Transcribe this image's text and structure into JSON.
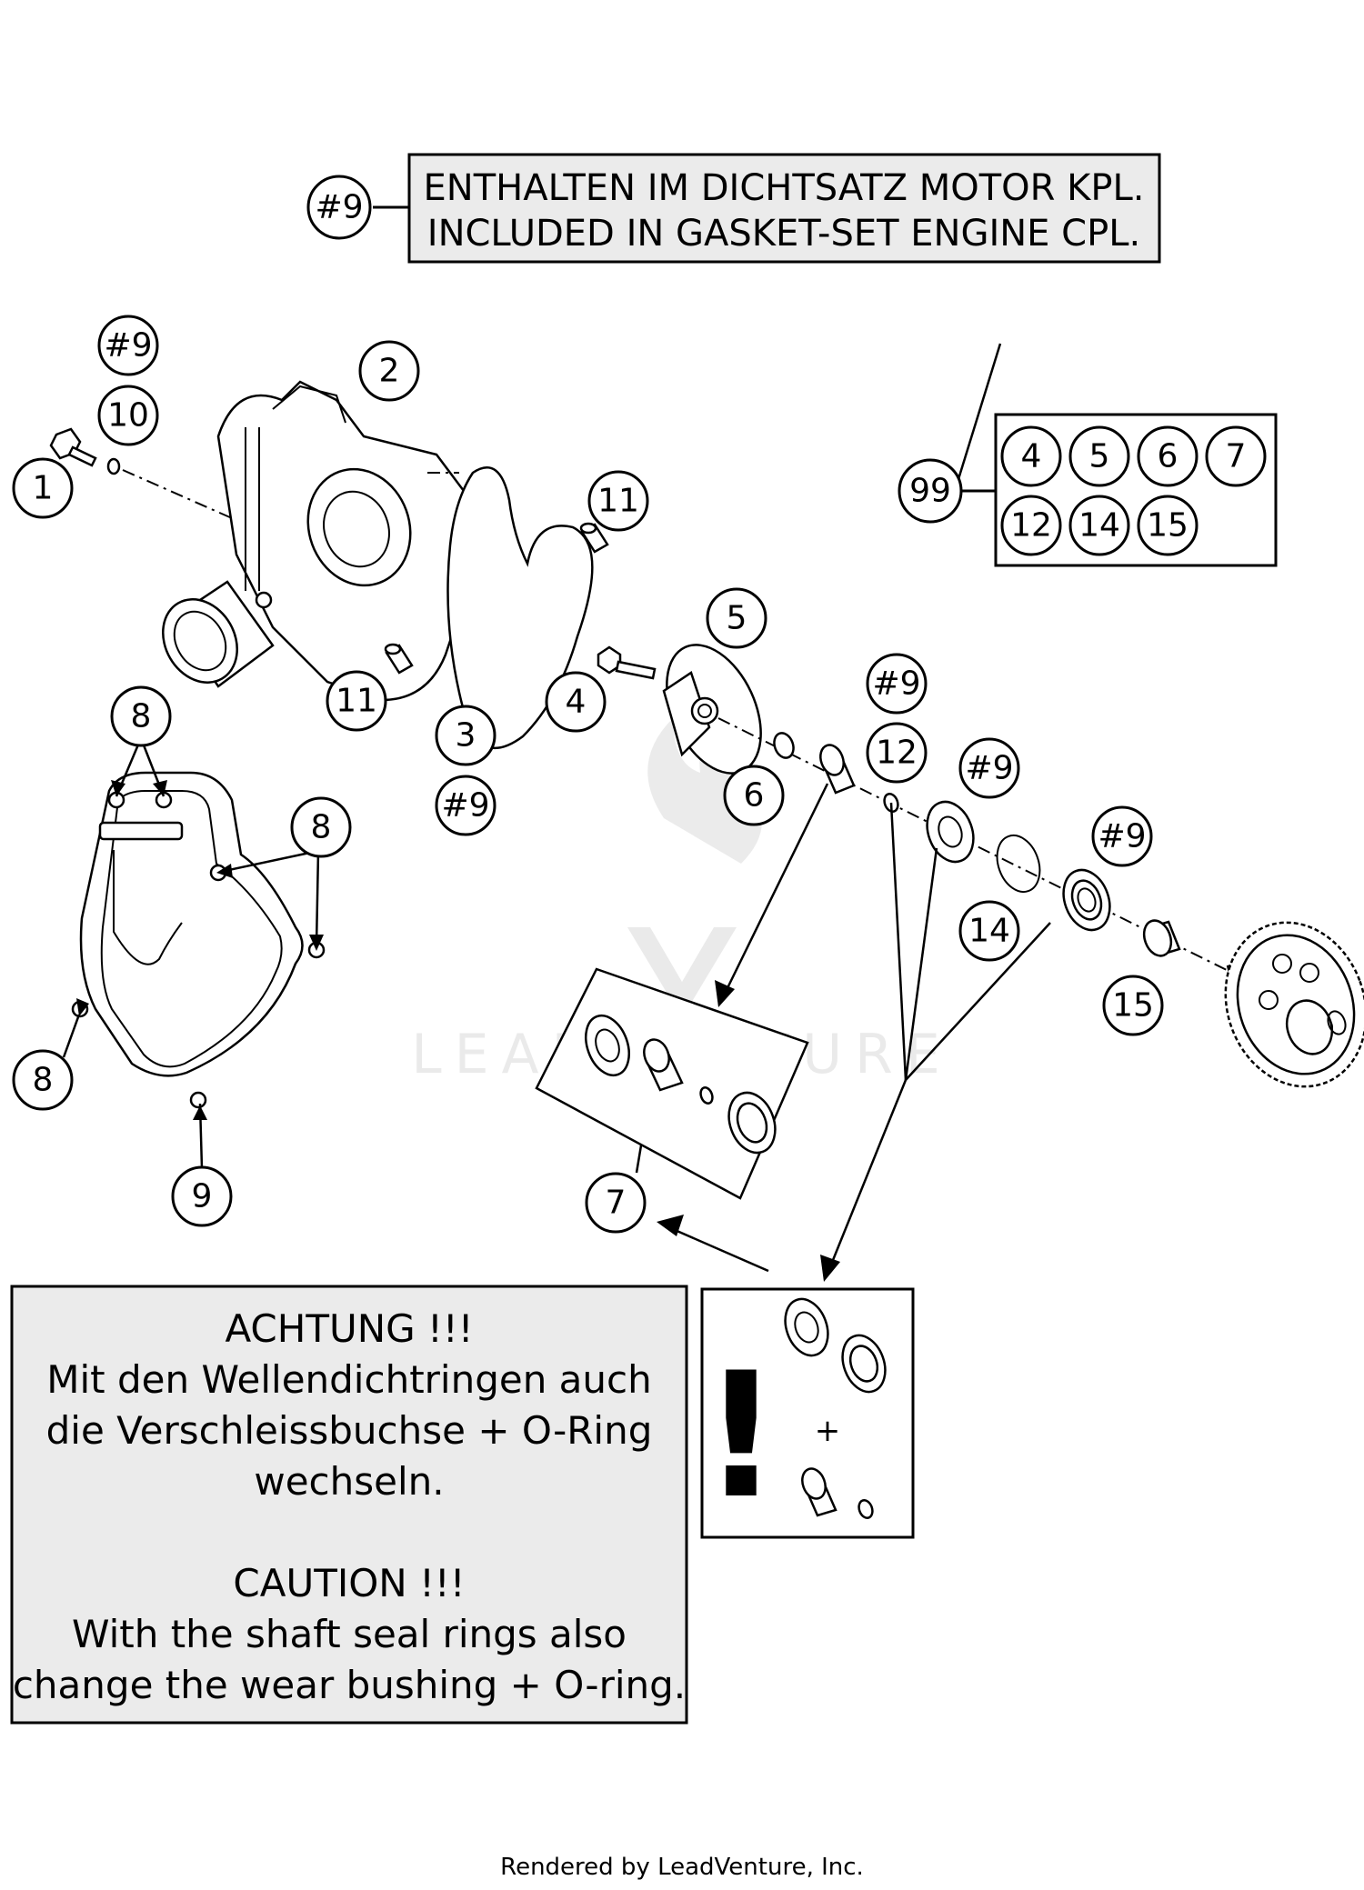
{
  "header_note": {
    "ref": "#9",
    "line1": "ENTHALTEN IM DICHTSATZ MOTOR KPL.",
    "line2": "INCLUDED IN GASKET-SET ENGINE CPL."
  },
  "callouts": {
    "c1": "1",
    "c2": "2",
    "c3": "3",
    "c4": "4",
    "c5": "5",
    "c6": "6",
    "c7": "7",
    "c8a": "8",
    "c8b": "8",
    "c8c": "8",
    "c9": "9",
    "c10": "10",
    "c11a": "11",
    "c11b": "11",
    "c12": "12",
    "c14": "14",
    "c15": "15",
    "h9a": "#9",
    "h9b": "#9",
    "h9c": "#9",
    "h9d": "#9",
    "h9e": "#9"
  },
  "kit_99": {
    "ref": "99",
    "items": [
      "4",
      "5",
      "6",
      "7",
      "12",
      "14",
      "15"
    ]
  },
  "caution": {
    "de_title": "ACHTUNG !!!",
    "de_line1": "Mit den Wellendichtringen auch",
    "de_line2": "die Verschleissbuchse + O-Ring",
    "de_line3": "wechseln.",
    "en_title": "CAUTION !!!",
    "en_line1": "With the shaft seal rings also",
    "en_line2": "change the wear bushing + O-ring."
  },
  "warning_box": {
    "mark": "!",
    "plus": "+"
  },
  "watermark": "LEADVENTURE",
  "footer": "Rendered by LeadVenture, Inc."
}
